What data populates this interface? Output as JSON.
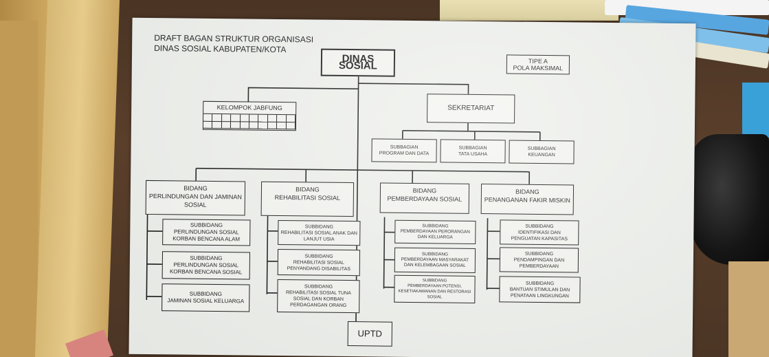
{
  "chart_title": {
    "line1": "DRAFT BAGAN STRUKTUR ORGANISASI",
    "line2": "DINAS SOSIAL KABUPATEN/KOTA"
  },
  "head": "DINAS SOSIAL",
  "type_box": {
    "line1": "TIPE A",
    "line2": "POLA MAKSIMAL"
  },
  "jabfung": "KELOMPOK JABFUNG",
  "sekretariat": {
    "label": "SEKRETARIAT",
    "subbagian": [
      {
        "l1": "SUBBAGIAN",
        "l2": "PROGRAM DAN DATA"
      },
      {
        "l1": "SUBBAGIAN",
        "l2": "TATA USAHA"
      },
      {
        "l1": "SUBBAGIAN",
        "l2": "KEUANGAN"
      }
    ]
  },
  "bidang": [
    {
      "l1": "BIDANG",
      "l2": "PERLINDUNGAN DAN JAMINAN",
      "l3": "SOSIAL",
      "sub": [
        {
          "l1": "SUBBIDANG",
          "l2": "PERLINDUNGAN SOSIAL",
          "l3": "KORBAN BENCANA ALAM"
        },
        {
          "l1": "SUBBIDANG",
          "l2": "PERLINDUNGAN SOSIAL",
          "l3": "KORBAN BENCANA SOSIAL"
        },
        {
          "l1": "SUBBIDANG",
          "l2": "JAMINAN SOSIAL KELUARGA",
          "l3": ""
        }
      ]
    },
    {
      "l1": "BIDANG",
      "l2": "REHABILITASI SOSIAL",
      "l3": "",
      "sub": [
        {
          "l1": "SUBBIDANG",
          "l2": "REHABILITASI SOSIAL ANAK DAN",
          "l3": "LANJUT USIA",
          "l4": ""
        },
        {
          "l1": "SUBBIDANG",
          "l2": "REHABILITASI SOSIAL",
          "l3": "PENYANDANG DISABILITAS",
          "l4": ""
        },
        {
          "l1": "SUBBIDANG",
          "l2": "REHABILITASI SOSIAL TUNA",
          "l3": "SOSIAL DAN KORBAN",
          "l4": "PERDAGANGAN ORANG"
        }
      ]
    },
    {
      "l1": "BIDANG",
      "l2": "PEMBERDAYAAN SOSIAL",
      "l3": "",
      "sub": [
        {
          "l1": "SUBBIDANG",
          "l2": "PEMBERDAYAAN PERORANGAN",
          "l3": "DAN KELUARGA",
          "l4": ""
        },
        {
          "l1": "SUBBIDANG",
          "l2": "PEMBERDAYAAN MASYARAKAT",
          "l3": "DAN KELEMBAGAAN SOSIAL",
          "l4": ""
        },
        {
          "l1": "SUBBIDANG",
          "l2": "PEMBERDAYAAN POTENSI,",
          "l3": "KESETIAKAWANAN DAN RESTORASI",
          "l4": "SOSIAL"
        }
      ]
    },
    {
      "l1": "BIDANG",
      "l2": "PENANGANAN FAKIR MISKIN",
      "l3": "",
      "sub": [
        {
          "l1": "SUBBIDANG",
          "l2": "IDENTIFIKASI DAN",
          "l3": "PENGUATAN KAPASITAS"
        },
        {
          "l1": "SUBBIDANG",
          "l2": "PENDAMPINGAN DAN",
          "l3": "PEMBERDAYAAN"
        },
        {
          "l1": "SUBBIDANG",
          "l2": "BANTUAN STIMULAN DAN",
          "l3": "PENATAAN LINGKUNGAN"
        }
      ]
    }
  ],
  "uptd": "UPTD"
}
